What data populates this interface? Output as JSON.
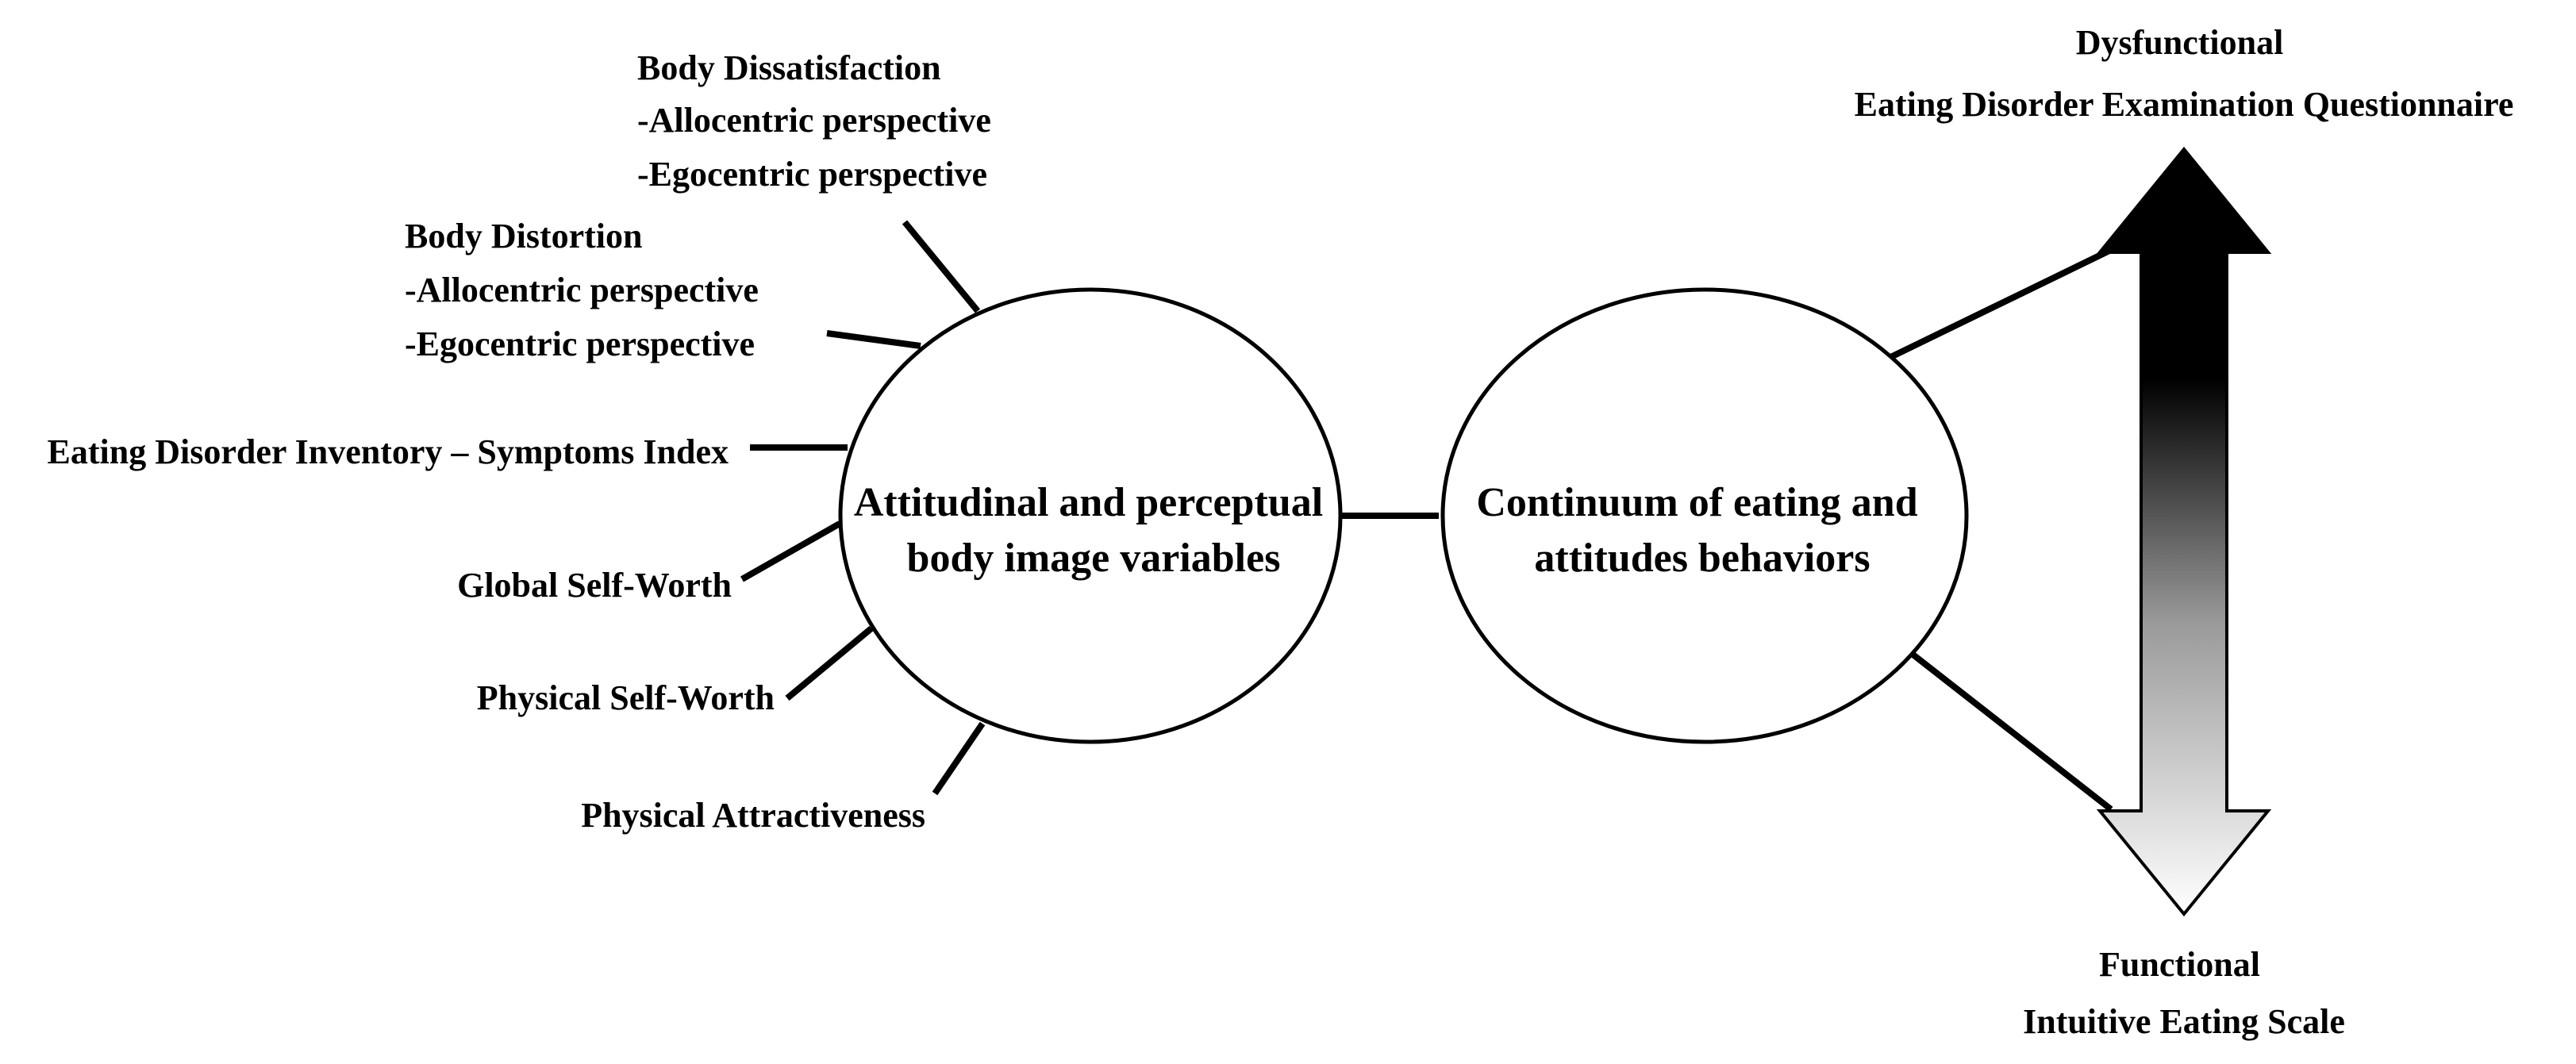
{
  "left_node": {
    "line1": "Attitudinal and perceptual",
    "line2": "body image variables"
  },
  "right_node": {
    "line1": "Continuum of eating and",
    "line2": "attitudes behaviors"
  },
  "variables": {
    "body_dissatisfaction": {
      "title": "Body Dissatisfaction",
      "allocentric": "-Allocentric perspective",
      "egocentric": "-Egocentric perspective"
    },
    "body_distortion": {
      "title": "Body Distortion",
      "allocentric": "-Allocentric perspective",
      "egocentric": "-Egocentric perspective"
    },
    "edi_symptoms": "Eating Disorder Inventory – Symptoms Index",
    "global_self_worth": "Global Self-Worth",
    "physical_self_worth": "Physical Self-Worth",
    "physical_attractiveness": "Physical Attractiveness"
  },
  "continuum": {
    "top_label": "Dysfunctional",
    "top_measure": "Eating Disorder Examination Questionnaire",
    "bottom_label": "Functional",
    "bottom_measure": "Intuitive Eating Scale"
  },
  "colors": {
    "ink": "#000000",
    "paper": "#ffffff"
  }
}
